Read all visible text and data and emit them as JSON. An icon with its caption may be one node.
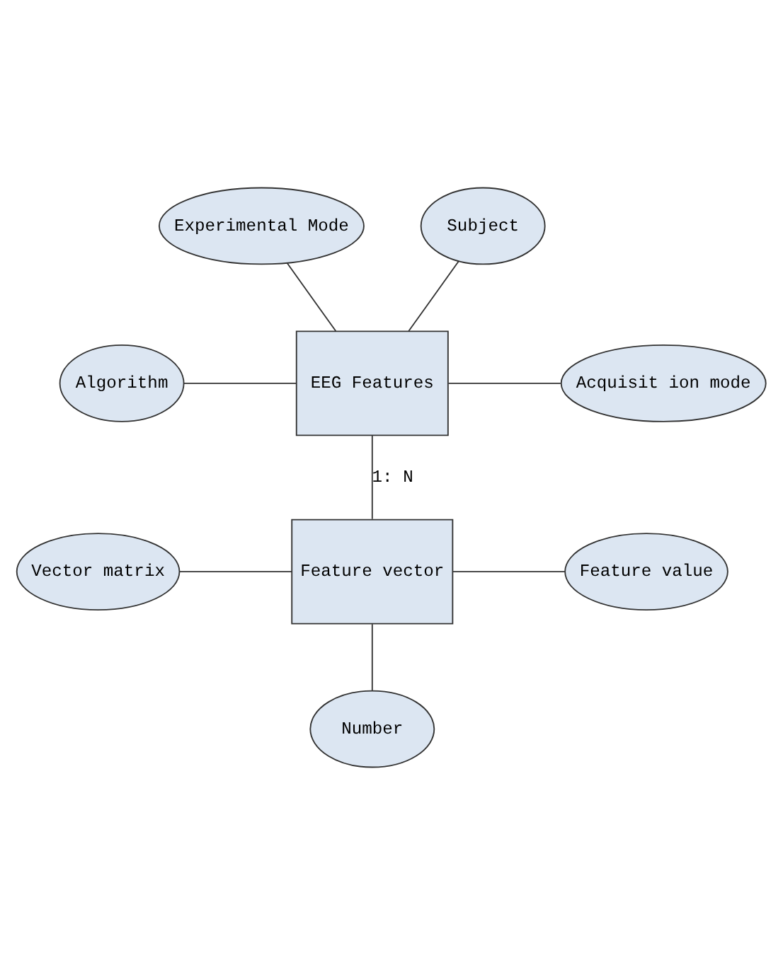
{
  "diagram": {
    "nodes": [
      {
        "text": [
          "Experimental Mode"
        ]
      },
      {
        "text": [
          "Subject"
        ]
      },
      {
        "text": [
          "Algorithm"
        ]
      },
      {
        "text": [
          "EEG Features"
        ]
      },
      {
        "text": [
          "Acquisit ion mode"
        ]
      },
      {
        "text": [
          "Vector matrix"
        ]
      },
      {
        "text": [
          "Feature vector"
        ]
      },
      {
        "text": [
          "Feature value"
        ]
      },
      {
        "text": [
          "Number"
        ]
      }
    ],
    "edges": [
      {
        "from": 0,
        "to": 3,
        "arrow": "none"
      },
      {
        "from": 1,
        "to": 3,
        "arrow": "none"
      },
      {
        "from": 2,
        "to": 3,
        "arrow": "none"
      },
      {
        "from": 3,
        "to": 4,
        "arrow": "none"
      },
      {
        "from": 3,
        "to": 6,
        "arrow": "none",
        "label": "1: N"
      },
      {
        "from": 5,
        "to": 6,
        "arrow": "none"
      },
      {
        "from": 6,
        "to": 7,
        "arrow": "none"
      },
      {
        "from": 6,
        "to": 8,
        "arrow": "none"
      }
    ]
  }
}
